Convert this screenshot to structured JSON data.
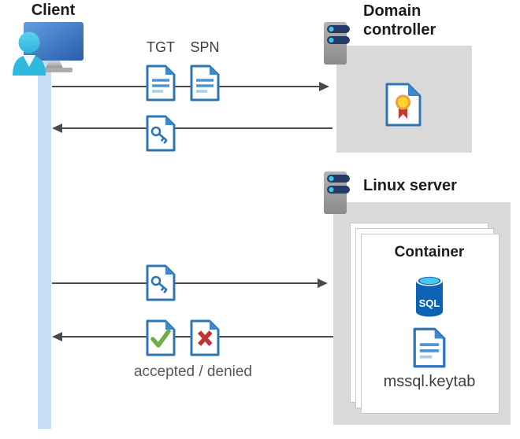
{
  "client": {
    "label": "Client"
  },
  "domain_controller": {
    "label": "Domain controller"
  },
  "linux_server": {
    "label": "Linux server"
  },
  "container": {
    "label": "Container",
    "sql_label": "SQL",
    "keytab_label": "mssql.keytab"
  },
  "flows": {
    "tgt_label": "TGT",
    "spn_label": "SPN",
    "result_caption": "accepted / denied"
  },
  "colors": {
    "accent_blue": "#2E75B6",
    "fold_blue": "#3E87C9",
    "doc_line_blue": "#4E93D4",
    "doc_line_light": "#A8CCEA",
    "check_green": "#6FAE44",
    "deny_red": "#BE3434",
    "arrow": "#4A4A4A",
    "box_gray": "#D9D9D9",
    "card_border": "#C8C8C8",
    "lifeline_blue": "#C5DDF6",
    "server_navy": "#233B66",
    "server_dot_cyan": "#41C4E9",
    "sql_body_blue": "#0C63B4",
    "sql_top_cyan": "#45C8EA",
    "cert_yellow": "#FFD52E",
    "cert_orange": "#EE9E3D",
    "cert_ribbon_red": "#C23A32",
    "text_dark": "#1C1C1C",
    "text_mid": "#3F3F3F",
    "text_gray": "#575757"
  }
}
